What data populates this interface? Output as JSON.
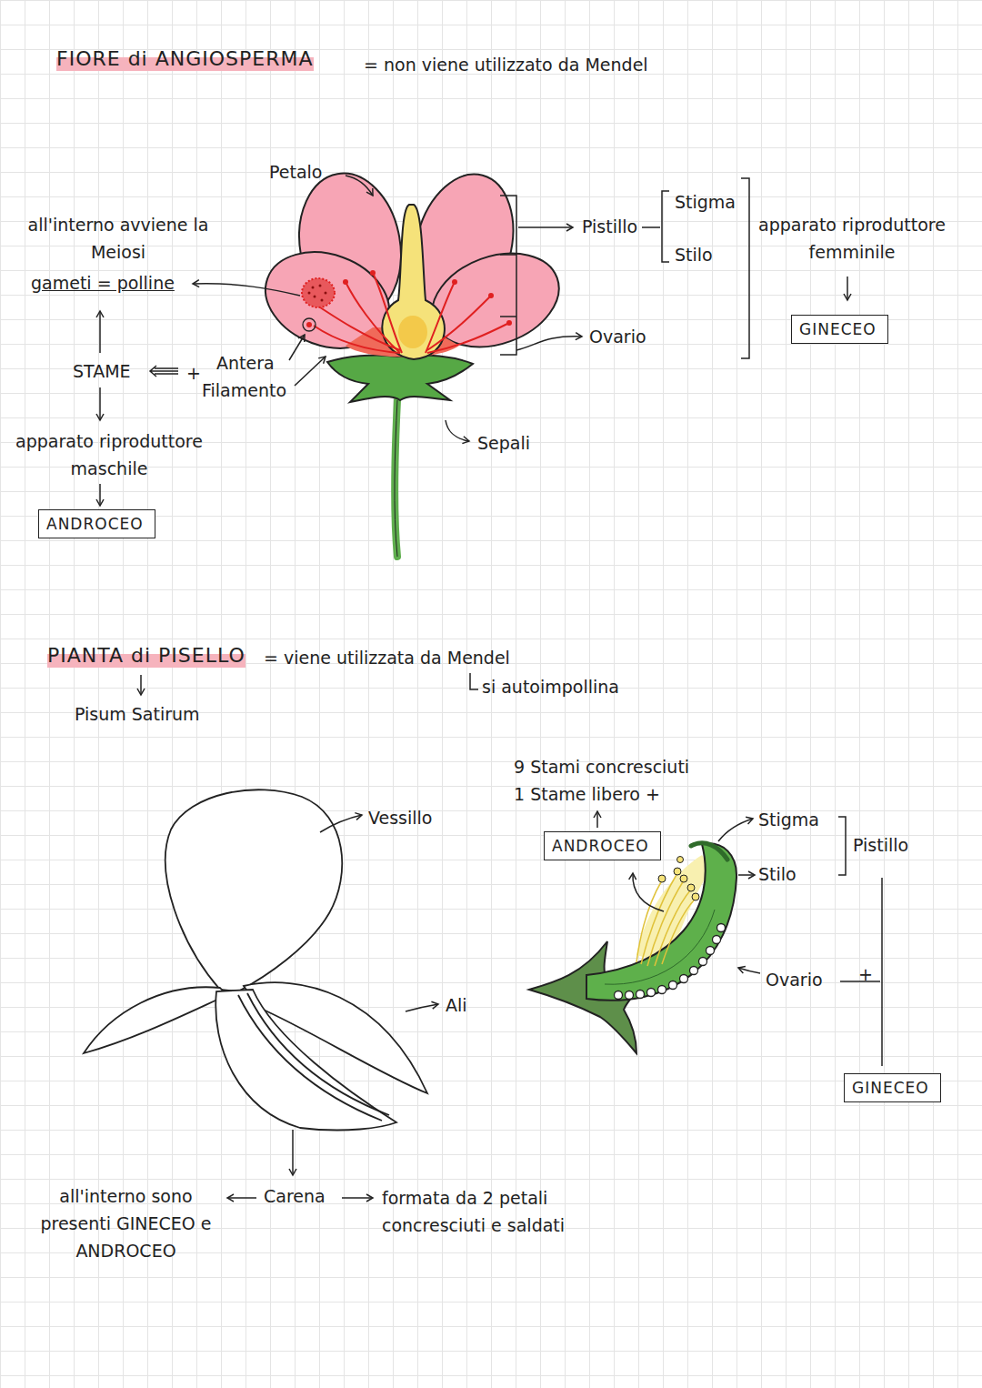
{
  "diagram": {
    "nodes": [
      {
        "text": [
          "GINECEO"
        ]
      },
      {
        "text": [
          "ANDROCEO"
        ]
      },
      {
        "text": [
          "ANDROCEO"
        ]
      },
      {
        "text": [
          "GINECEO"
        ]
      }
    ],
    "labels": [
      "FIORE di ANGIOSPERMA",
      "= non viene utilizzato da Mendel",
      "Petalo",
      "all'interno avviene la Meiosi",
      "gameti = polline",
      "STAME",
      "+",
      "Antera",
      "Filamento",
      "apparato riproduttore maschile",
      "Sepali",
      "Pistillo",
      "Stigma",
      "Stilo",
      "Ovario",
      "apparato riproduttore femminile",
      "PIANTA di PISELLO",
      "= viene utilizzata da Mendel",
      "si autoimpollina",
      "Pisum Satirum",
      "Vessillo",
      "9 Stami concresciuti",
      "1 Stame libero +",
      "Stigma",
      "Stilo",
      "Pistillo",
      "Ovario",
      "+",
      "Ali",
      "Carena",
      "all'interno sono presenti GINECEO e ANDROCEO",
      "formata da 2 petali concresciuti e saldati"
    ]
  }
}
